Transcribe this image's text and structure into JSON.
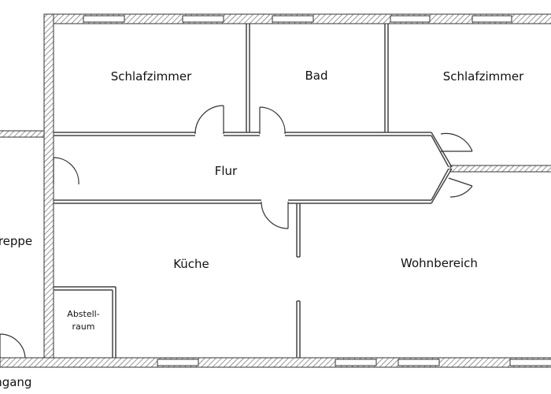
{
  "plan": {
    "rooms": {
      "schlafzimmer_left": "Schlafzimmer",
      "bad": "Bad",
      "schlafzimmer_right": "Schlafzimmer",
      "flur": "Flur",
      "treppe": "Treppe",
      "kueche": "Küche",
      "wohnbereich": "Wohnbereich",
      "abstellraum_line1": "Abstell-",
      "abstellraum_line2": "raum",
      "eingang": "Eingang"
    }
  }
}
